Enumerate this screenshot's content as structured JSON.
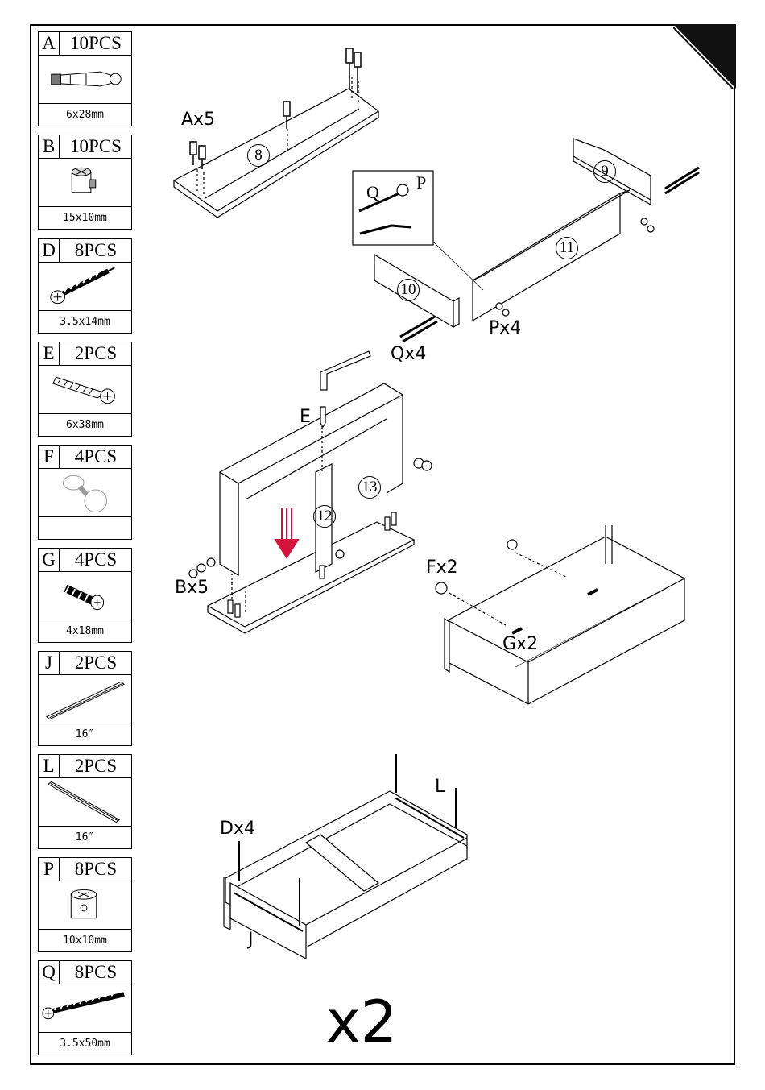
{
  "parts": [
    {
      "letter": "A",
      "qty": "10PCS",
      "size": "6x28mm",
      "icon": "cam-bolt-icon"
    },
    {
      "letter": "B",
      "qty": "10PCS",
      "size": "15x10mm",
      "icon": "cam-lock-icon"
    },
    {
      "letter": "D",
      "qty": "8PCS",
      "size": "3.5x14mm",
      "icon": "screw-icon"
    },
    {
      "letter": "E",
      "qty": "2PCS",
      "size": "6x38mm",
      "icon": "confirmat-screw-icon"
    },
    {
      "letter": "F",
      "qty": "4PCS",
      "size": "",
      "icon": "knob-icon"
    },
    {
      "letter": "G",
      "qty": "4PCS",
      "size": "4x18mm",
      "icon": "knob-screw-icon"
    },
    {
      "letter": "J",
      "qty": "2PCS",
      "size": "16″",
      "icon": "drawer-rail-icon"
    },
    {
      "letter": "L",
      "qty": "2PCS",
      "size": "16″",
      "icon": "cabinet-rail-icon"
    },
    {
      "letter": "P",
      "qty": "8PCS",
      "size": "10x10mm",
      "icon": "barrel-nut-icon"
    },
    {
      "letter": "Q",
      "qty": "8PCS",
      "size": "3.5x50mm",
      "icon": "long-screw-icon"
    }
  ],
  "steps": {
    "a_label": "Ax5",
    "panel8": "8",
    "panel9": "9",
    "panel10": "10",
    "panel11": "11",
    "panel12": "12",
    "panel13": "13",
    "inset_q": "Q",
    "inset_p": "P",
    "p_label": "Px4",
    "q_label": "Qx4",
    "e_label": "E",
    "b_label": "Bx5",
    "f_label": "Fx2",
    "g_label": "Gx2",
    "d_label": "Dx4",
    "l_label": "L",
    "j_label": "J",
    "multiplier": "x2"
  },
  "colors": {
    "arrow": "#d4143c",
    "ink": "#000000",
    "corner_tab": "#111111"
  }
}
